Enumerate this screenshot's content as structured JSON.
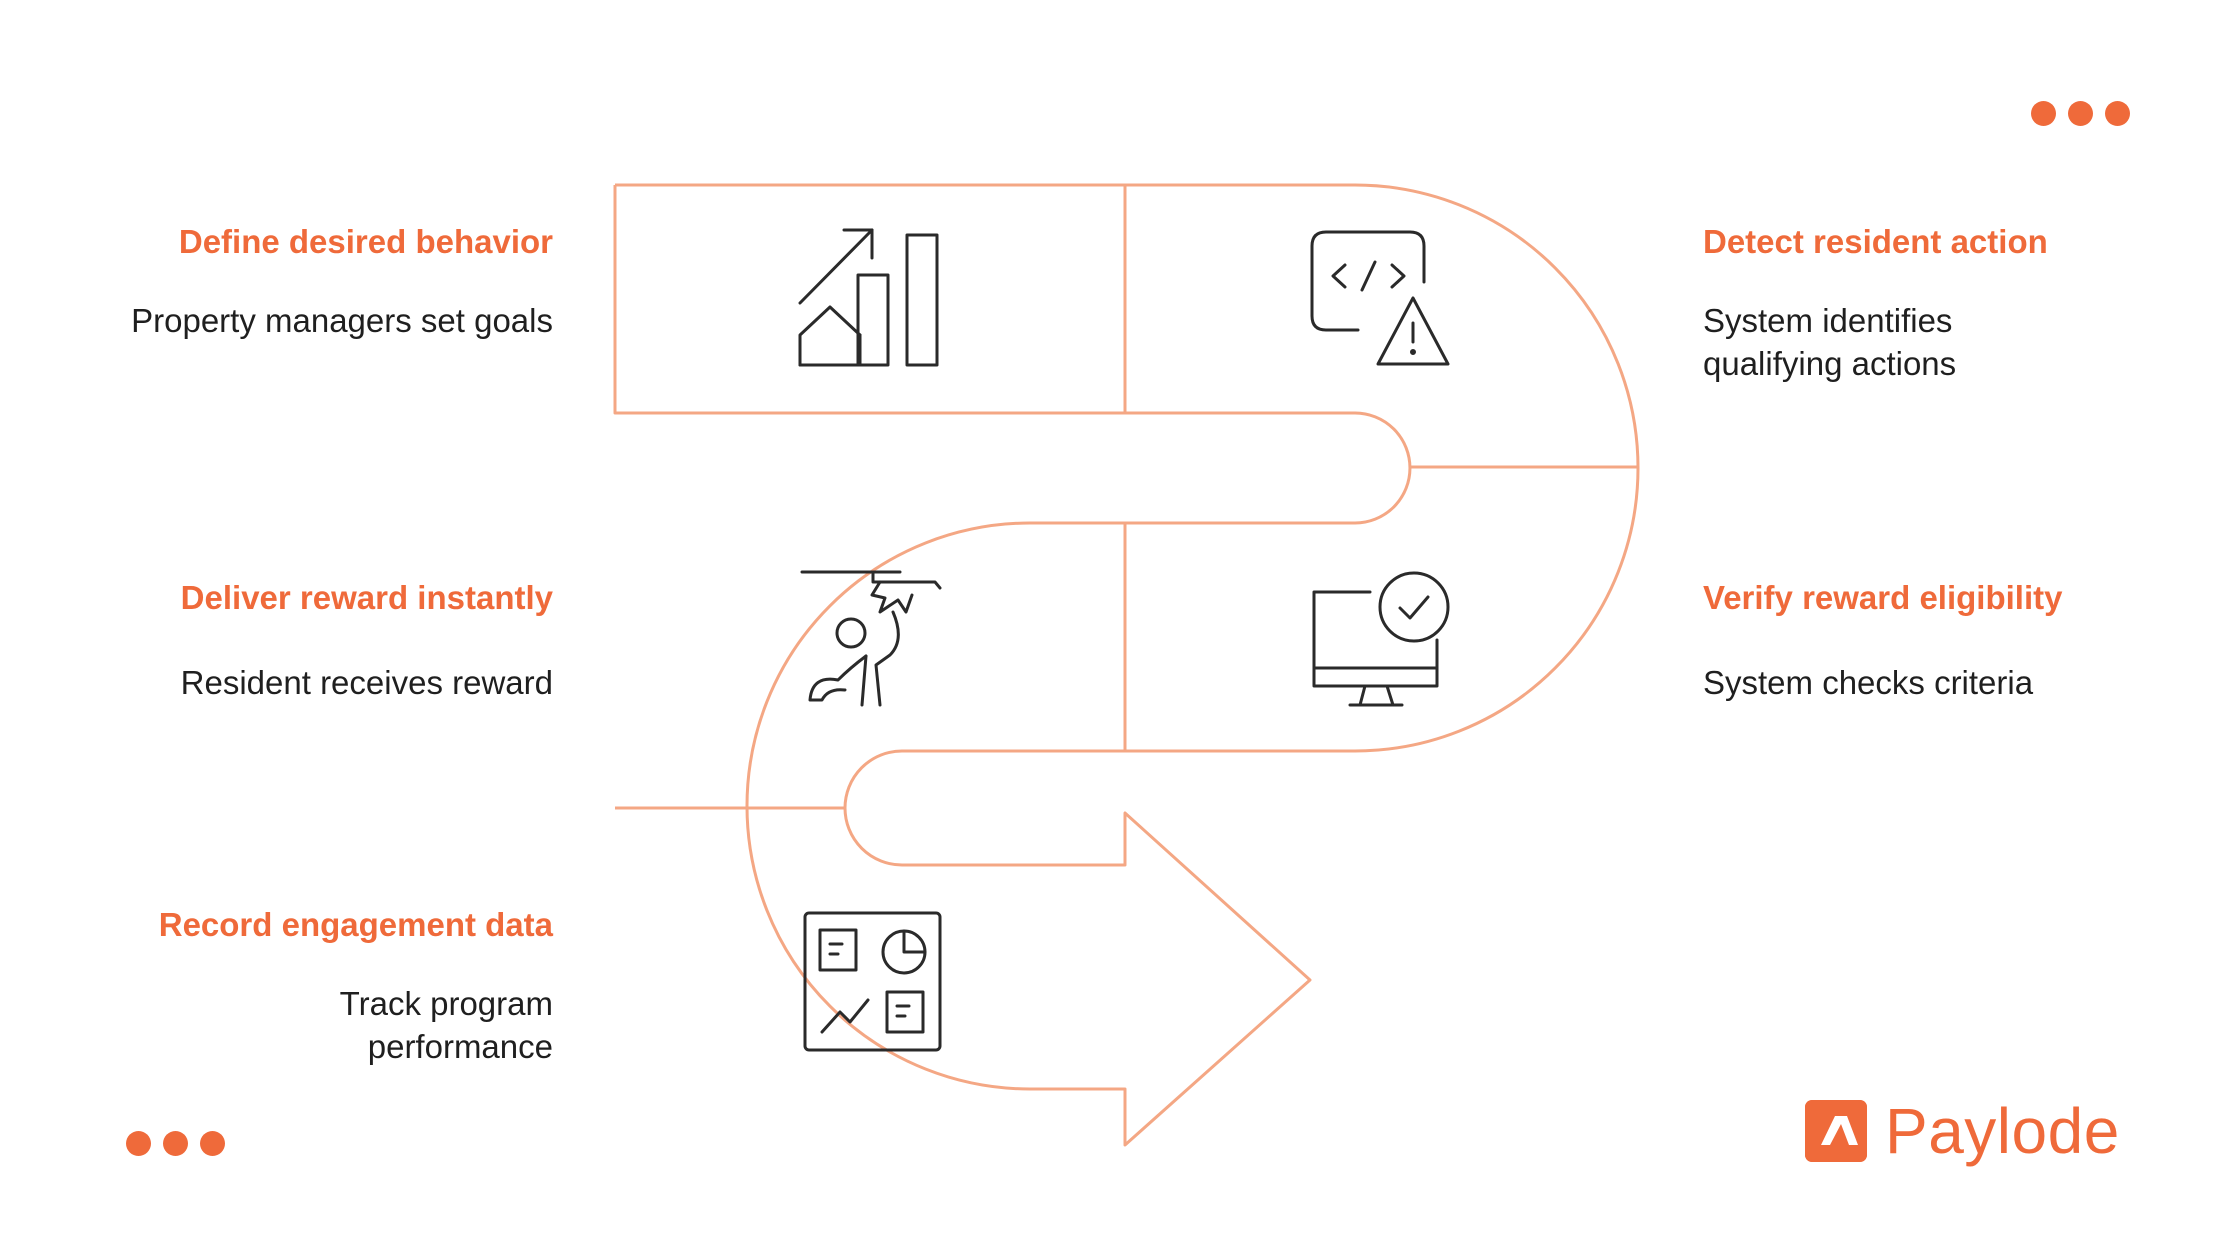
{
  "colors": {
    "accent": "#ef6a3a",
    "outline": "#f4a784",
    "icon": "#2a2a2a",
    "text": "#1f1f1f"
  },
  "steps": [
    {
      "title": "Define desired behavior",
      "description": "Property managers set goals",
      "icon": "growth-chart-house-icon"
    },
    {
      "title": "Detect resident action",
      "description": "System identifies qualifying actions",
      "icon": "code-warning-icon"
    },
    {
      "title": "Verify reward eligibility",
      "description": "System checks criteria",
      "icon": "monitor-check-icon"
    },
    {
      "title": "Deliver reward instantly",
      "description": "Resident receives reward",
      "icon": "person-reward-icon"
    },
    {
      "title": "Record engagement data",
      "description": "Track program performance",
      "icon": "dashboard-icon"
    }
  ],
  "logo": {
    "text": "Paylode",
    "icon": "paylode-logo-icon"
  }
}
